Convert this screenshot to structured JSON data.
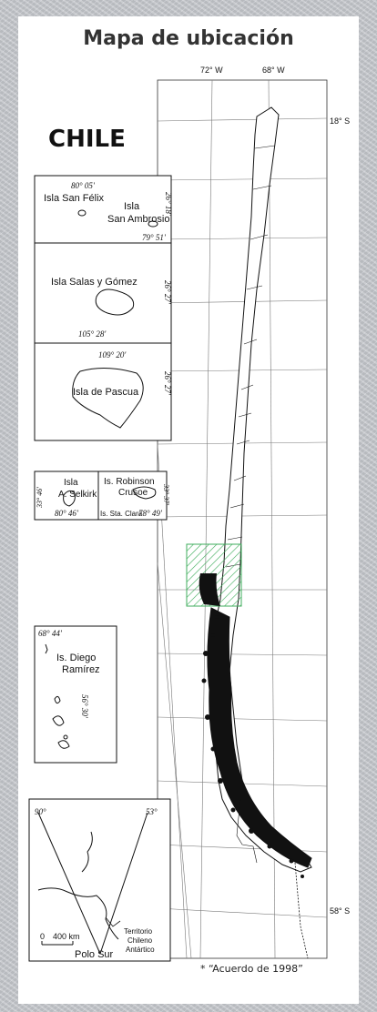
{
  "page": {
    "title": "Mapa de ubicación",
    "country": "CHILE",
    "footnote": "* “Acuerdo de 1998”"
  },
  "grid": {
    "lon_top": [
      "72° W",
      "68° W"
    ],
    "lat_right": [
      "18° S",
      "58° S"
    ]
  },
  "insets": {
    "san_felix": {
      "name1": "Isla San Félix",
      "name2": "Isla",
      "name3": "San Ambrosio",
      "coord_top": "80° 05'",
      "coord_side": "26° 18'",
      "coord_bottom": "79° 51'"
    },
    "salas_gomez": {
      "name": "Isla Salas y Gómez",
      "coord_side": "26° 27'",
      "coord_bottom": "105° 28'"
    },
    "pascua": {
      "name": "Isla de Pascua",
      "coord_top": "109° 20'",
      "coord_side": "26° 27'"
    },
    "juan_fernandez": {
      "selkirk1": "Isla",
      "selkirk2": "A. Selkirk",
      "coord_left": "33° 46'",
      "coord_bottom_left": "80° 46'",
      "robinson1": "Is. Robinson",
      "robinson2": "Crusoe",
      "coord_right": "33° 37'",
      "santa_clara": "Is. Sta. Clara",
      "coord_bottom_right": "78° 49'"
    },
    "diego_ramirez": {
      "coord_top": "68° 44'",
      "name1": "Is. Diego",
      "name2": "Ramírez",
      "coord_side": "56° 30'"
    },
    "antartica": {
      "lon_left": "90°",
      "lon_right": "53°",
      "scale_zero": "0",
      "scale_label": "400 km",
      "territory1": "Territorio",
      "territory2": "Chileno",
      "territory3": "Antártico",
      "pole": "Polo Sur"
    }
  },
  "colors": {
    "hatch": "#3fae5c",
    "ink": "#111111",
    "card": "#ffffff"
  }
}
